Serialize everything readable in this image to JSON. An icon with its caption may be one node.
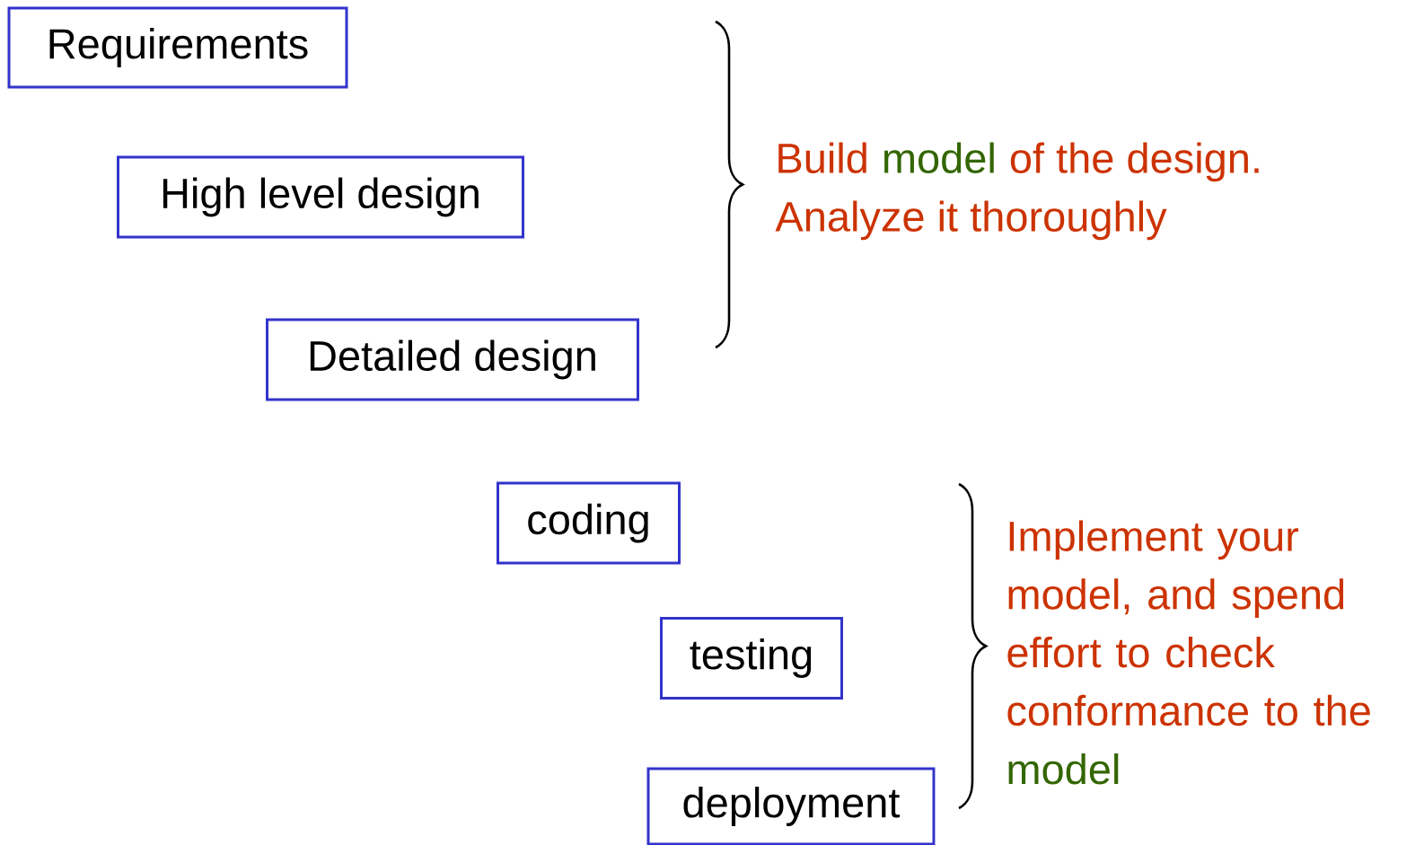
{
  "diagram": {
    "nodes": [
      {
        "text": [
          "Requirements"
        ]
      },
      {
        "text": [
          "High level design"
        ]
      },
      {
        "text": [
          "Detailed design"
        ]
      },
      {
        "text": [
          "coding"
        ]
      },
      {
        "text": [
          "testing"
        ]
      },
      {
        "text": [
          "deployment"
        ]
      }
    ],
    "labels": [
      "Build",
      "model",
      "of the design.",
      "Analyze it thoroughly",
      "Implement your model, and spend effort to check conformance to the",
      "model"
    ]
  }
}
